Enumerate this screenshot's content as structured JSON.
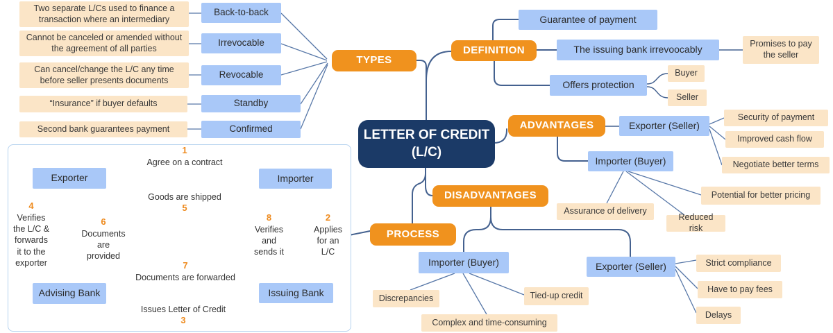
{
  "colors": {
    "accent_orange": "#F0921E",
    "center_navy": "#1B3A67",
    "node_blue": "#A9C8F8",
    "node_cream": "#FBE5C7",
    "connector": "#44618F"
  },
  "center": {
    "line1": "LETTER OF CREDIT",
    "line2": "(L/C)"
  },
  "types": {
    "label": "TYPES",
    "items": [
      {
        "desc": "Two separate L/Cs used to finance a transaction where an intermediary",
        "name": "Back-to-back"
      },
      {
        "desc": "Cannot be canceled or amended without the agreement of all parties",
        "name": "Irrevocable"
      },
      {
        "desc": "Can cancel/change the L/C any time before seller presents documents",
        "name": "Revocable"
      },
      {
        "desc": "“Insurance” if buyer defaults",
        "name": "Standby"
      },
      {
        "desc": "Second bank guarantees payment",
        "name": "Confirmed"
      }
    ]
  },
  "definition": {
    "label": "DEFINITION",
    "guarantee": "Guarantee of payment",
    "issuing_bank": "The issuing bank irrevoocably",
    "promises": "Promises to pay the seller",
    "protection": "Offers protection",
    "protected_parties": [
      "Buyer",
      "Seller"
    ]
  },
  "advantages": {
    "label": "ADVANTAGES",
    "exporter": {
      "name": "Exporter (Seller)",
      "items": [
        "Security of payment",
        "Improved cash flow",
        "Negotiate better terms"
      ]
    },
    "importer": {
      "name": "Importer (Buyer)",
      "items": [
        "Assurance of delivery",
        "Potential for better pricing",
        "Reduced risk"
      ]
    }
  },
  "disadvantages": {
    "label": "DISADVANTAGES",
    "importer": {
      "name": "Importer (Buyer)",
      "items": [
        "Discrepancies",
        "Complex and time-consuming",
        "Tied-up credit"
      ]
    },
    "exporter": {
      "name": "Exporter (Seller)",
      "items": [
        "Strict compliance",
        "Have to pay fees",
        "Delays"
      ]
    }
  },
  "process": {
    "label": "PROCESS",
    "entities": {
      "exporter": "Exporter",
      "importer": "Importer",
      "advising_bank": "Advising Bank",
      "issuing_bank": "Issuing Bank"
    },
    "steps": [
      {
        "num": "1",
        "text": "Agree on a contract"
      },
      {
        "num": "2",
        "text": "Applies\nfor an\nL/C"
      },
      {
        "num": "3",
        "text": "Issues Letter of Credit"
      },
      {
        "num": "4",
        "text": "Verifies\nthe L/C &\nforwards\nit to the\nexporter"
      },
      {
        "num": "5",
        "text": "Goods are shipped"
      },
      {
        "num": "6",
        "text": "Documents\nare\nprovided"
      },
      {
        "num": "7",
        "text": "Documents are forwarded"
      },
      {
        "num": "8",
        "text": "Verifies\nand\nsends it"
      }
    ]
  }
}
